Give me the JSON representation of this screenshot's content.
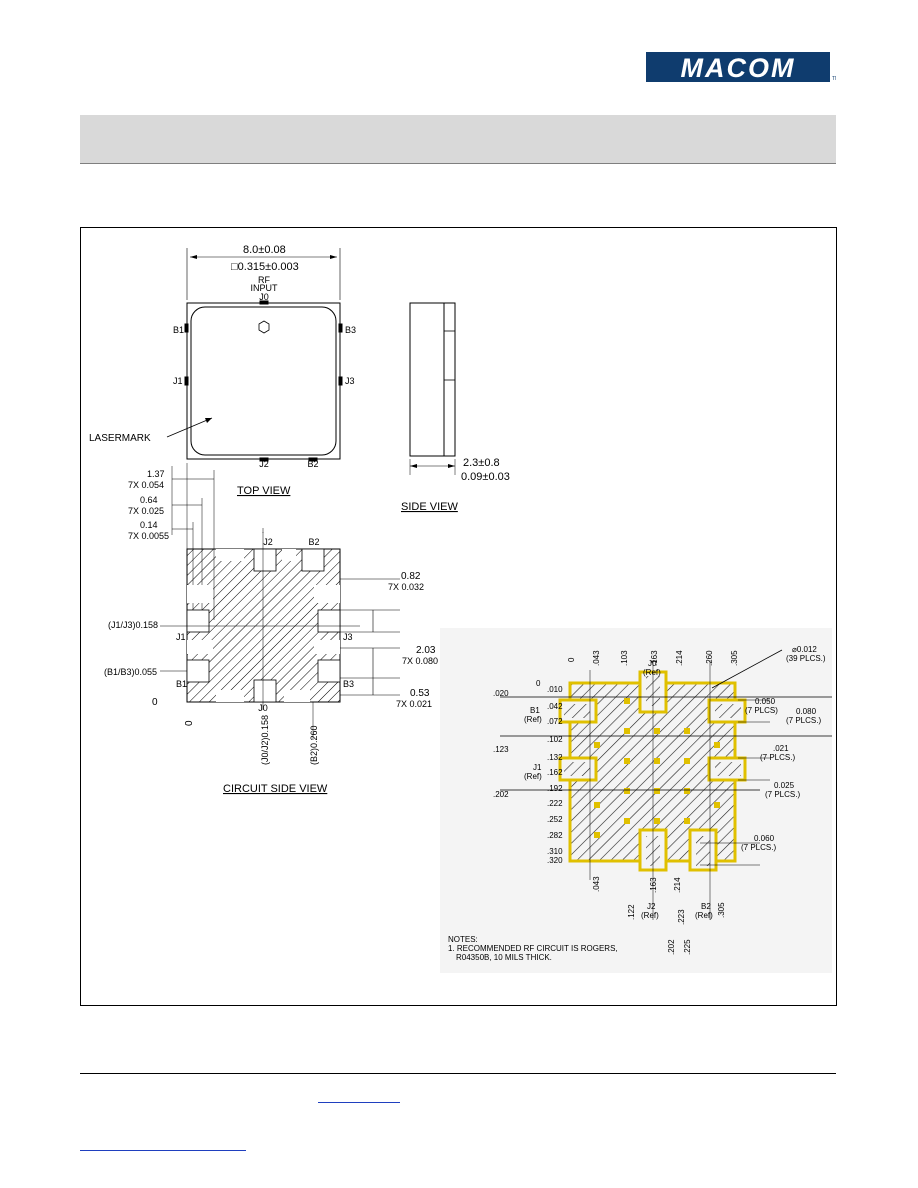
{
  "brand": {
    "name": "MACOM",
    "tm": "TM",
    "color": "#0f3c6e"
  },
  "top_view": {
    "title": "TOP VIEW",
    "width_mm": "8.0±0.08",
    "width_in": "□0.315±0.003",
    "rf_label": "RF",
    "input_label": "INPUT",
    "pins": {
      "j0": "J0",
      "j1": "J1",
      "j2": "J2",
      "j3": "J3",
      "b1": "B1",
      "b2": "B2",
      "b3": "B3"
    },
    "lasermark": "LASERMARK",
    "dim_137": "1.37",
    "dim_137_in": "7X 0.054",
    "dim_064": "0.64",
    "dim_064_in": "7X 0.025",
    "dim_014": "0.14",
    "dim_014_in": "7X 0.0055"
  },
  "side_view": {
    "title": "SIDE VIEW",
    "height_mm": "2.3±0.8",
    "height_in": "0.09±0.03"
  },
  "circuit_side_view": {
    "title": "CIRCUIT SIDE VIEW",
    "dim_082": "0.82",
    "dim_082_in": "7X 0.032",
    "dim_203": "2.03",
    "dim_203_in": "7X 0.080",
    "dim_053": "0.53",
    "dim_053_in": "7X 0.021",
    "j1j3": "(J1/J3)0.158",
    "b1b3": "(B1/B3)0.055",
    "j0j2": "(J0/J2)0.158",
    "b2": "(B2)0.260",
    "zero": "0"
  },
  "pcb_layout": {
    "j0_ref": "J0",
    "ref": "(Ref)",
    "top_ticks": [
      "0",
      ".043",
      ".103",
      ".163",
      ".214",
      ".260",
      ".305"
    ],
    "left_ticks": [
      ".020",
      ".010",
      ".042",
      ".072",
      ".102",
      ".123",
      ".132",
      ".162",
      ".192",
      ".202",
      ".222",
      ".252",
      ".282",
      ".310",
      ".320"
    ],
    "bottom_ticks": [
      ".043",
      ".122",
      ".163",
      ".202",
      ".214",
      ".223",
      ".225",
      ".305"
    ],
    "left_zero": "0",
    "b1": "B1",
    "b1_ref": "(Ref)",
    "j1": "J1",
    "j1_ref": "(Ref)",
    "j2": "J2",
    "j2_ref": "(Ref)",
    "b2": "B2",
    "b2_ref": "(Ref)",
    "via": "⌀0.012",
    "via_count": "(39 PLCS.)",
    "d050": "0.050",
    "d050_plcs": "(7 PLCS)",
    "d080": "0.080",
    "d080_plcs": "(7 PLCS.)",
    "d021": ".021",
    "d021_plcs": "(7 PLCS.)",
    "d025": "0.025",
    "d025_plcs": "(7 PLCS.)",
    "d060": "0.060",
    "d060_plcs": "(7 PLCS.)",
    "notes_title": "NOTES:",
    "note_1": "1. RECOMMENDED RF CIRCUIT IS ROGERS,",
    "note_1b": "R04350B, 10 MILS THICK."
  }
}
